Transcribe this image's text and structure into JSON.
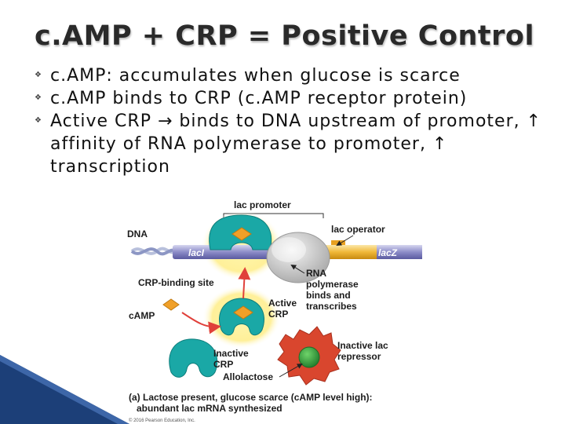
{
  "slide": {
    "title": "c.AMP + CRP = Positive Control",
    "bullets": [
      {
        "icon": "decorative-bullet-icon",
        "text": "c.AMP: accumulates when glucose is scarce"
      },
      {
        "icon": "decorative-bullet-icon",
        "text": "c.AMP binds to CRP (c.AMP receptor protein)"
      },
      {
        "icon": "decorative-bullet-icon",
        "text": "Active CRP → binds to DNA upstream of promoter, ↑ affinity of RNA polymerase to promoter, ↑ transcription"
      }
    ]
  },
  "diagram": {
    "labels": {
      "lac_promoter_word": "lac",
      "lac_promoter_rest": " promoter",
      "dna": "DNA",
      "lac_operator_word": "lac",
      "lac_operator_rest": " operator",
      "laci": "lacI",
      "lacz": "lacZ",
      "crp_binding_site": "CRP-binding site",
      "rna_pol_1": "RNA",
      "rna_pol_2": "polymerase",
      "rna_pol_3": "binds and",
      "rna_pol_4": "transcribes",
      "active_crp_1": "Active",
      "active_crp_2": "CRP",
      "camp": "cAMP",
      "inactive_crp_1": "Inactive",
      "inactive_crp_2": "CRP",
      "inactive_repressor_1a": "Inactive ",
      "inactive_repressor_1b": "lac",
      "inactive_repressor_2": "repressor",
      "allolactose": "Allolactose",
      "caption_1": "(a) Lactose present, glucose scarce (cAMP level high):",
      "caption_2a": "abundant ",
      "caption_2b": "lac",
      "caption_2c": " mRNA synthesized",
      "copyright": "© 2016 Pearson Education, Inc."
    },
    "colors": {
      "crp_teal": "#1aa8a6",
      "camp_orange": "#f0a028",
      "rna_pol_gray": "#d8d8d8",
      "glow_yellow": "#fff3a0",
      "dna_purple": "#8c8cc8",
      "repressor_red": "#d9462e",
      "allolactose_green": "#2e9e3c",
      "arrow_red": "#e0403a"
    }
  }
}
